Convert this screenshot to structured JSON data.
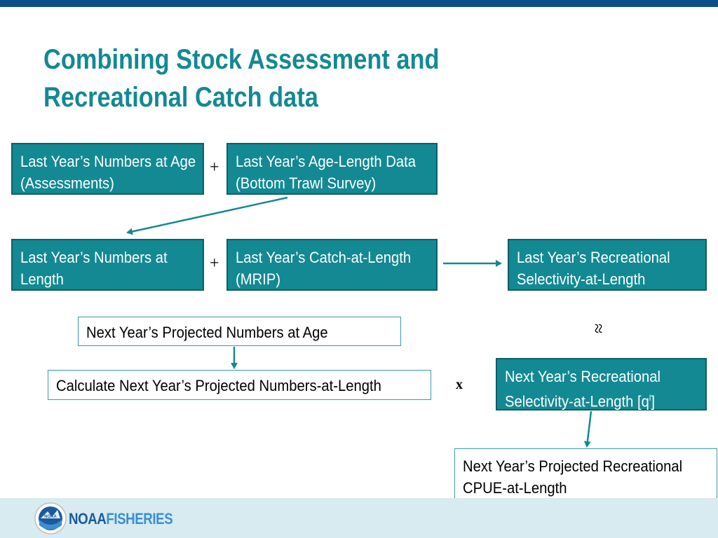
{
  "title": "Combining Stock Assessment and Recreational Catch data",
  "boxes": {
    "numbers_at_age": "Last Year’s Numbers at Age (Assessments)",
    "age_length_data": "Last Year’s Age-Length Data (Bottom Trawl Survey)",
    "numbers_at_length": "Last Year’s Numbers  at Length",
    "catch_at_length": "Last Year’s Catch-at-Length (MRIP)",
    "rec_selectivity": "Last Year’s Recreational Selectivity-at-Length",
    "projected_numbers_age": "Next Year’s Projected Numbers at Age",
    "calc_projected": "Calculate Next Year’s Projected Numbers-at-Length",
    "next_rec_selectivity": "Next Year’s Recreational Selectivity-at-Length [q",
    "next_rec_selectivity_sup": "l",
    "next_rec_selectivity_end": "]",
    "projected_cpue": "Next Year’s Projected Recreational CPUE-at-Length"
  },
  "operators": {
    "plus1": "+",
    "plus2": "+",
    "approx": "≈",
    "times": "x"
  },
  "logo": {
    "part1": "NOAA",
    "part2": "FISHERIES",
    "badge": "NOAA"
  },
  "colors": {
    "accent": "#138993",
    "header_bar": "#0f4c8a",
    "footer": "#d7ebf0"
  }
}
